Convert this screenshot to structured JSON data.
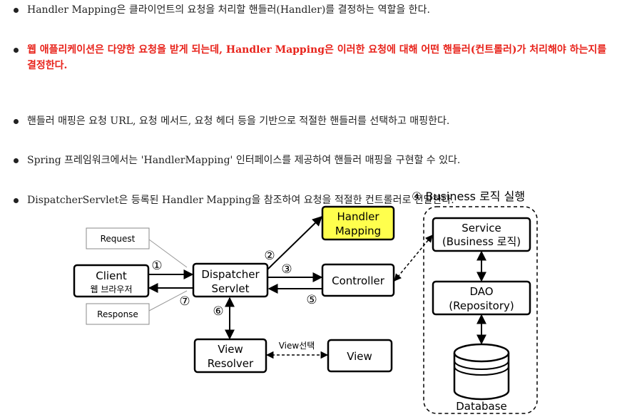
{
  "bullets": [
    {
      "text": "Handler Mapping은 클라이언트의 요청을 처리할 핸들러(Handler)를 결정하는 역할을 한다.",
      "highlight": false
    },
    {
      "text": "웹 애플리케이션은 다양한 요청을 받게 되는데, Handler Mapping은 이러한 요청에 대해 어떤 핸들러(컨트롤러)가 처리해야 하는지를 결정한다.",
      "highlight": true
    },
    {
      "text": "핸들러 매핑은 요청 URL, 요청 메서드, 요청 헤더 등을 기반으로 적절한 핸들러를 선택하고 매핑한다.",
      "highlight": false
    },
    {
      "text": "Spring 프레임워크에서는 'HandlerMapping' 인터페이스를 제공하여 핸들러 매핑을 구현할 수 있다.",
      "highlight": false
    },
    {
      "text": "DispatcherServlet은 등록된 Handler Mapping을 참조하여 요청을 적절한 컨트롤러로 전달한다.",
      "highlight": false
    }
  ],
  "diagram": {
    "request_label": "Request",
    "response_label": "Response",
    "client_line1": "Client",
    "client_line2": "웹 브라우저",
    "dispatcher_line1": "Dispatcher",
    "dispatcher_line2": "Servlet",
    "handler_line1": "Handler",
    "handler_line2": "Mapping",
    "controller": "Controller",
    "view_resolver_line1": "View",
    "view_resolver_line2": "Resolver",
    "view": "View",
    "view_select": "View선택",
    "business_title": "④ Business 로직 실행",
    "service_line1": "Service",
    "service_line2": "(Business 로직)",
    "dao_line1": "DAO",
    "dao_line2": "(Repository)",
    "database": "Database",
    "step1": "①",
    "step2": "②",
    "step3": "③",
    "step5": "⑤",
    "step6": "⑥",
    "step7": "⑦",
    "colors": {
      "highlight_text": "#e8231b",
      "handler_fill": "#ffff4d"
    }
  }
}
